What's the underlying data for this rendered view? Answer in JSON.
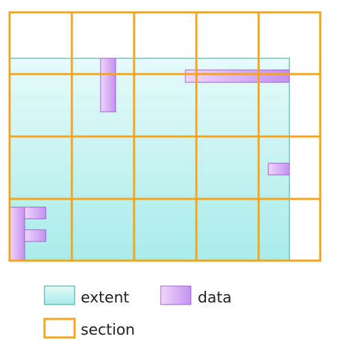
{
  "colors": {
    "extent_fill_top": "#e6fafa",
    "extent_fill_bottom": "#a8ece9",
    "extent_stroke": "#2aa7a2",
    "data_fill_light": "#efd6fb",
    "data_fill_dark": "#c492ef",
    "data_stroke": "#a25ad9",
    "section_stroke": "#f5a31a"
  },
  "legend": {
    "extent_label": "extent",
    "data_label": "data",
    "section_label": "section"
  }
}
